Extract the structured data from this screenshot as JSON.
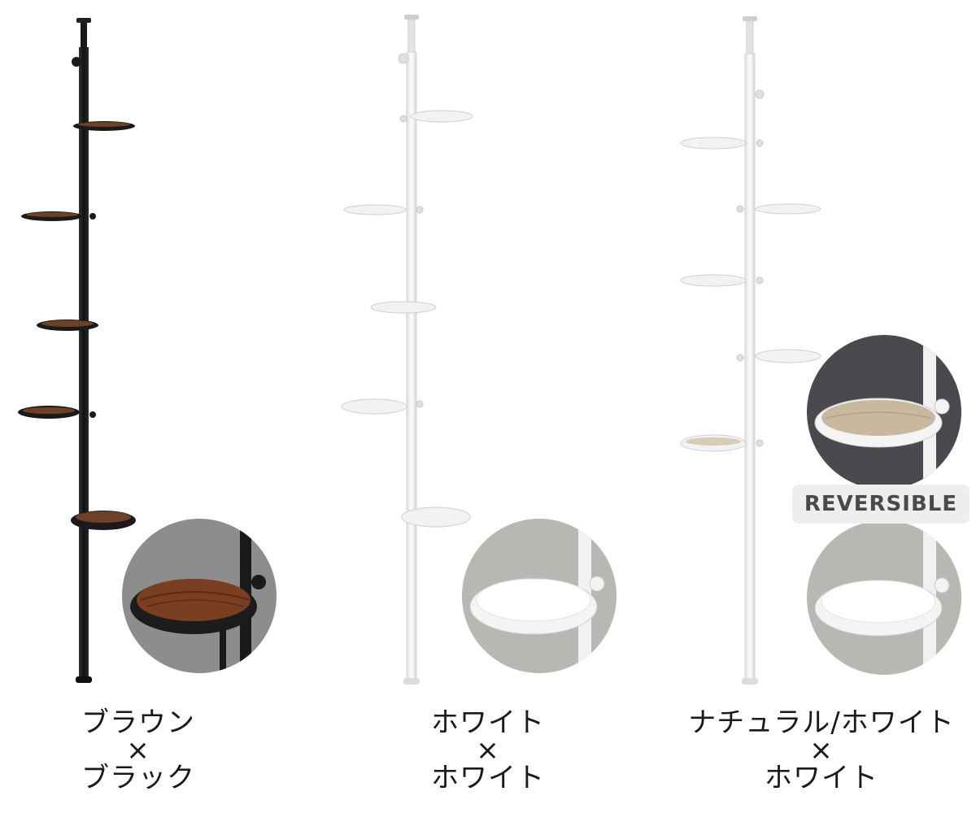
{
  "products": [
    {
      "color_name": "ブラウン",
      "separator": "×",
      "frame_color": "ブラック",
      "frame_hex": "#1c1c1c",
      "tray_hex": "#7a4a2a"
    },
    {
      "color_name": "ホワイト",
      "separator": "×",
      "frame_color": "ホワイト",
      "frame_hex": "#f4f4f4",
      "tray_hex": "#ffffff"
    },
    {
      "color_name": "ナチュラル/ホワイト",
      "separator": "×",
      "frame_color": "ホワイト",
      "frame_hex": "#f4f4f4",
      "tray_hex": "#cdbfa8"
    }
  ],
  "badge": {
    "label": "REVERSIBLE"
  }
}
